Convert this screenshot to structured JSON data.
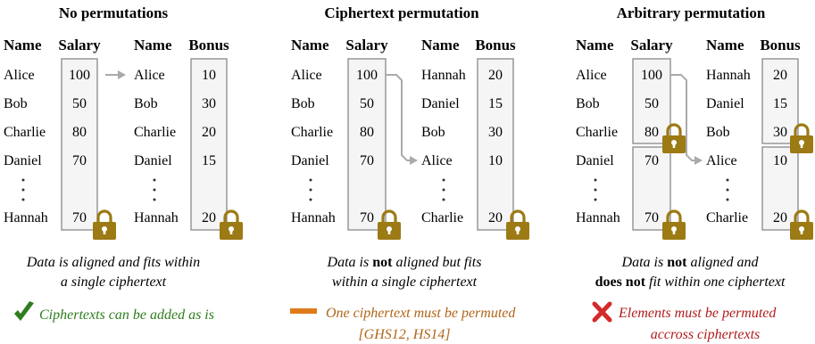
{
  "panels": [
    {
      "title": "No permutations",
      "headers": [
        "Name",
        "Salary",
        "Name",
        "Bonus"
      ],
      "left_names": [
        "Alice",
        "Bob",
        "Charlie",
        "Daniel",
        "Hannah"
      ],
      "salaries": [
        "100",
        "50",
        "80",
        "70",
        "70"
      ],
      "right_names": [
        "Alice",
        "Bob",
        "Charlie",
        "Daniel",
        "Hannah"
      ],
      "bonuses": [
        "10",
        "30",
        "20",
        "15",
        "20"
      ],
      "caption": [
        "Data is aligned and fits within",
        "a single ciphertext"
      ],
      "status_icon": "check-icon",
      "status_color": "#2e7d1e",
      "status_text": [
        "Ciphertexts can be added as is"
      ]
    },
    {
      "title": "Ciphertext permutation",
      "headers": [
        "Name",
        "Salary",
        "Name",
        "Bonus"
      ],
      "left_names": [
        "Alice",
        "Bob",
        "Charlie",
        "Daniel",
        "Hannah"
      ],
      "salaries": [
        "100",
        "50",
        "80",
        "70",
        "70"
      ],
      "right_names": [
        "Hannah",
        "Daniel",
        "Bob",
        "Alice",
        "Charlie"
      ],
      "bonuses": [
        "20",
        "15",
        "30",
        "10",
        "20"
      ],
      "caption": [
        "Data is not aligned but fits",
        "within a single ciphertext"
      ],
      "status_icon": "dash-icon",
      "status_color": "#e07b1a",
      "status_text": [
        "One ciphertext must be permuted",
        "[GHS12, HS14]"
      ]
    },
    {
      "title": "Arbitrary permutation",
      "headers": [
        "Name",
        "Salary",
        "Name",
        "Bonus"
      ],
      "left_names": [
        "Alice",
        "Bob",
        "Charlie",
        "Daniel",
        "Hannah"
      ],
      "salaries": [
        "100",
        "50",
        "80",
        "70",
        "70"
      ],
      "right_names": [
        "Hannah",
        "Daniel",
        "Bob",
        "Alice",
        "Charlie"
      ],
      "bonuses": [
        "20",
        "15",
        "30",
        "10",
        "20"
      ],
      "caption": [
        "Data is not aligned and",
        "does not fit within one ciphertext"
      ],
      "status_icon": "cross-icon",
      "status_color": "#b01c1c",
      "status_text": [
        "Elements must be permuted",
        "accross ciphertexts"
      ]
    }
  ]
}
